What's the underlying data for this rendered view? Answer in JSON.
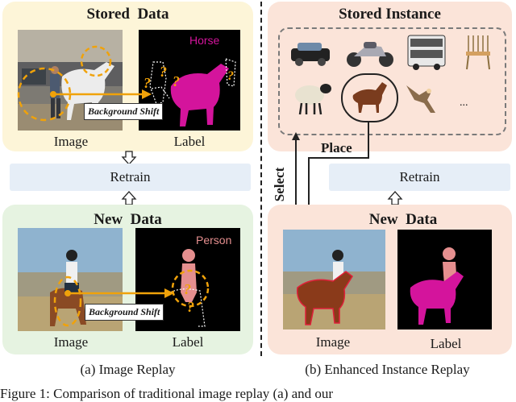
{
  "left": {
    "stored_title": "Stored  Data",
    "stored_caption_image": "Image",
    "stored_caption_label": "Label",
    "stored_label_class": "Horse",
    "stored_shift": "Background Shift",
    "retrain": "Retrain",
    "new_title": "New  Data",
    "new_caption_image": "Image",
    "new_caption_label": "Label",
    "new_label_class": "Person",
    "new_shift": "Background Shift",
    "subcaption": "(a) Image Replay"
  },
  "right": {
    "stored_title": "Stored Instance",
    "ellipsis": "...",
    "select": "Select",
    "place": "Place",
    "retrain": "Retrain",
    "new_title": "New  Data",
    "new_caption_image": "Image",
    "new_caption_label": "Label",
    "subcaption": "(b) Enhanced Instance Replay"
  },
  "figure_caption": "Figure 1: Comparison of traditional image replay (a) and our",
  "colors": {
    "stored_panel": "#fdf5d8",
    "new_panel_left": "#e6f3e1",
    "new_panel_right": "#fbe4d9",
    "retrain_box": "#e6eef7",
    "magenta": "#d4149c",
    "person_pink": "#e58f8f",
    "orange": "#f0a20a",
    "dashed_gray": "#7a7a7a"
  }
}
